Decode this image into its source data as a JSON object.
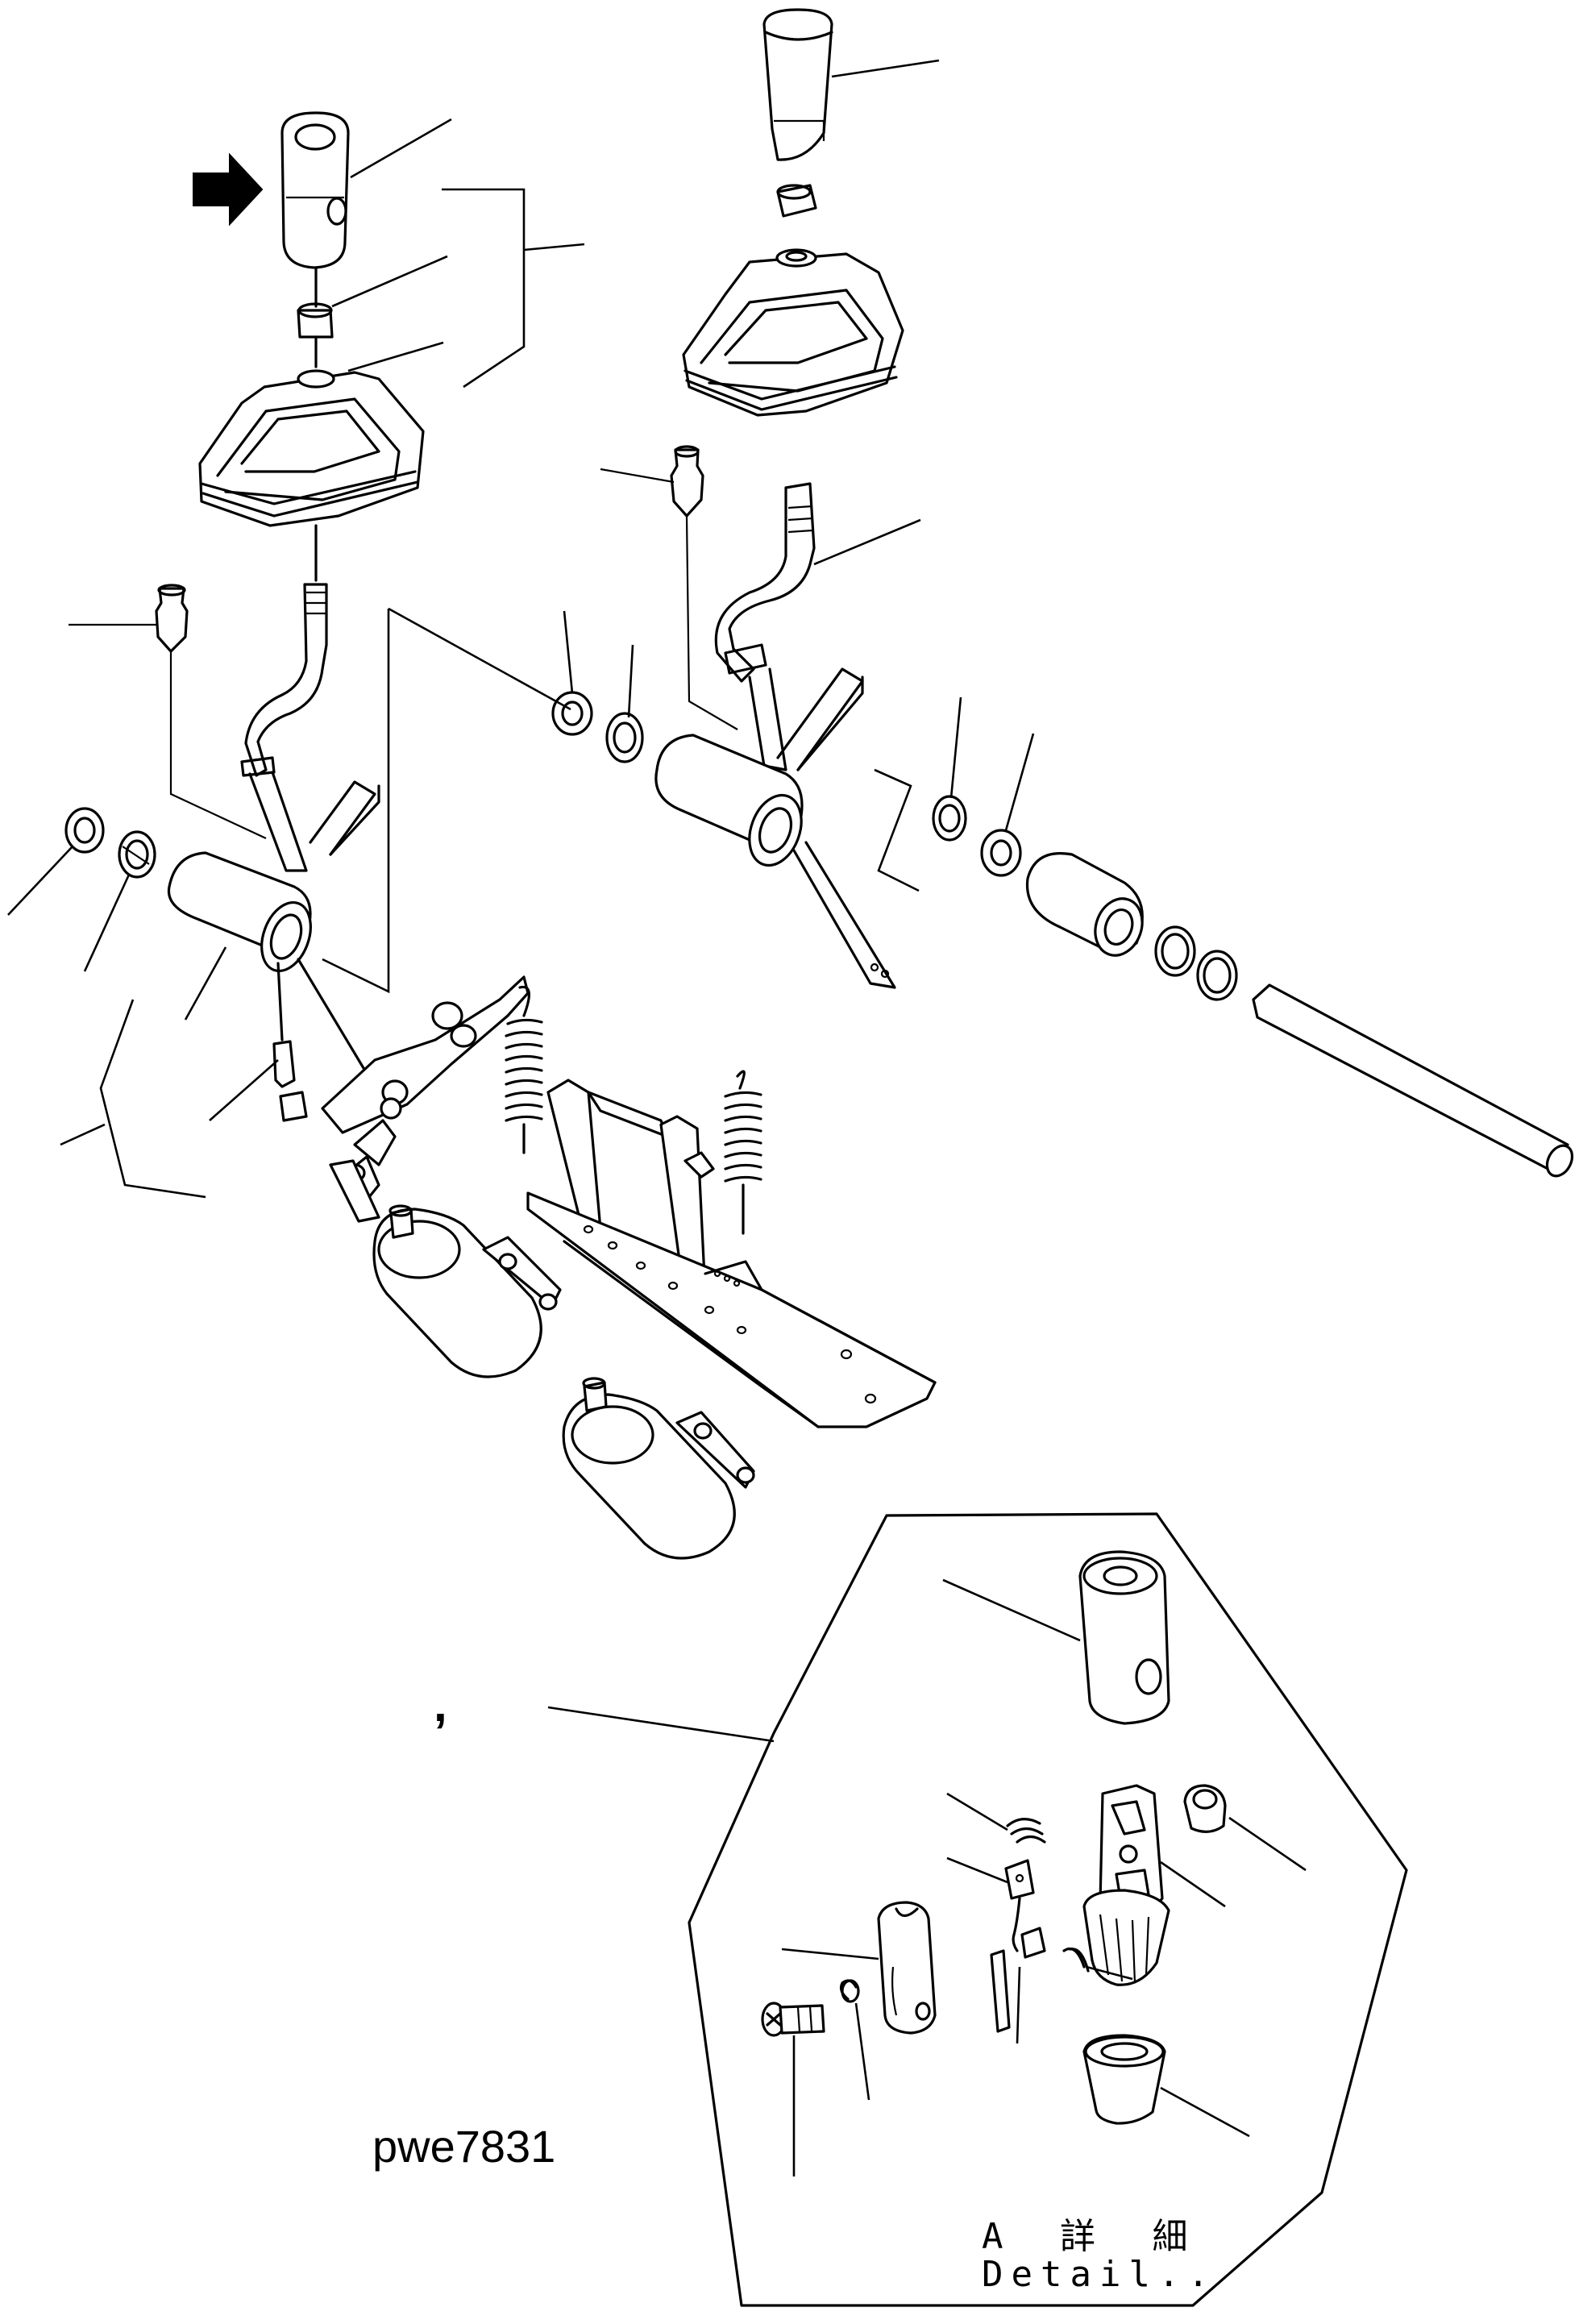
{
  "drawing": {
    "number": "pwe7831",
    "comma": ",",
    "detail_title": "A 詳 細",
    "detail_subtitle": "Detail.."
  },
  "colors": {
    "ink": "#000000",
    "paper": "#ffffff"
  },
  "icons": {
    "view_arrow": "arrow-right-icon"
  }
}
